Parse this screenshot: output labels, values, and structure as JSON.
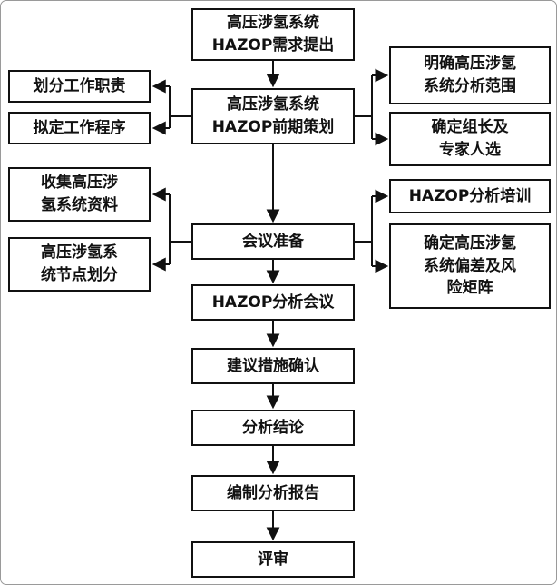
{
  "diagram": {
    "kind": "flowchart",
    "colors": {
      "line": "#111111",
      "box_border": "#111111",
      "background": "#ffffff",
      "text": "#111111"
    }
  },
  "center": [
    {
      "id": "requirement",
      "lines": [
        "高压涉氢系统",
        "HAZOP需求提出"
      ]
    },
    {
      "id": "pre-planning",
      "lines": [
        "高压涉氢系统",
        "HAZOP前期策划"
      ]
    },
    {
      "id": "meeting-prep",
      "lines": [
        "会议准备"
      ]
    },
    {
      "id": "hazop-meeting",
      "lines": [
        "HAZOP分析会议"
      ]
    },
    {
      "id": "measures",
      "lines": [
        "建议措施确认"
      ]
    },
    {
      "id": "conclusion",
      "lines": [
        "分析结论"
      ]
    },
    {
      "id": "report",
      "lines": [
        "编制分析报告"
      ]
    },
    {
      "id": "review",
      "lines": [
        "评审"
      ]
    }
  ],
  "left": [
    {
      "id": "duties",
      "lines": [
        "划分工作职责"
      ]
    },
    {
      "id": "procedure",
      "lines": [
        "拟定工作程序"
      ]
    },
    {
      "id": "collect-data",
      "lines": [
        "收集高压涉",
        "氢系统资料"
      ]
    },
    {
      "id": "node-split",
      "lines": [
        "高压涉氢系",
        "统节点划分"
      ]
    }
  ],
  "right": [
    {
      "id": "scope",
      "lines": [
        "明确高压涉氢",
        "系统分析范围"
      ]
    },
    {
      "id": "leader",
      "lines": [
        "确定组长及",
        "专家人选"
      ]
    },
    {
      "id": "training",
      "lines": [
        "HAZOP分析培训"
      ]
    },
    {
      "id": "matrix",
      "lines": [
        "确定高压涉氢",
        "系统偏差及风",
        "险矩阵"
      ]
    }
  ]
}
